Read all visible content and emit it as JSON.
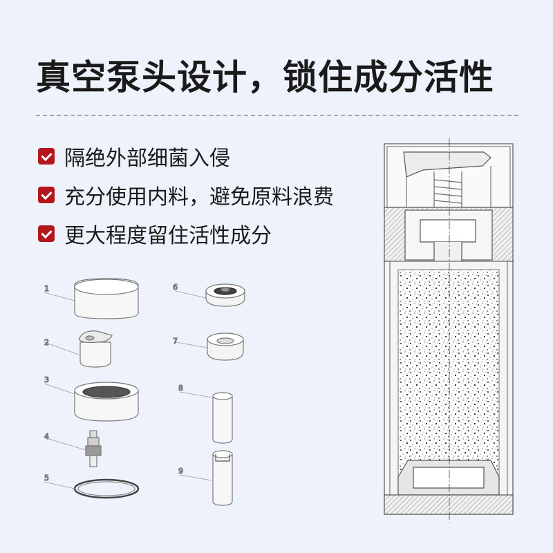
{
  "title": "真空泵头设计，锁住成分活性",
  "features": [
    "隔绝外部细菌入侵",
    "充分使用内料，避免原料浪费",
    "更大程度留住活性成分"
  ],
  "parts": [
    "1",
    "2",
    "3",
    "4",
    "5",
    "6",
    "7",
    "8",
    "9"
  ],
  "colors": {
    "check": "#b3161d",
    "background": "#eef3fb",
    "text": "#1a1a1a"
  }
}
